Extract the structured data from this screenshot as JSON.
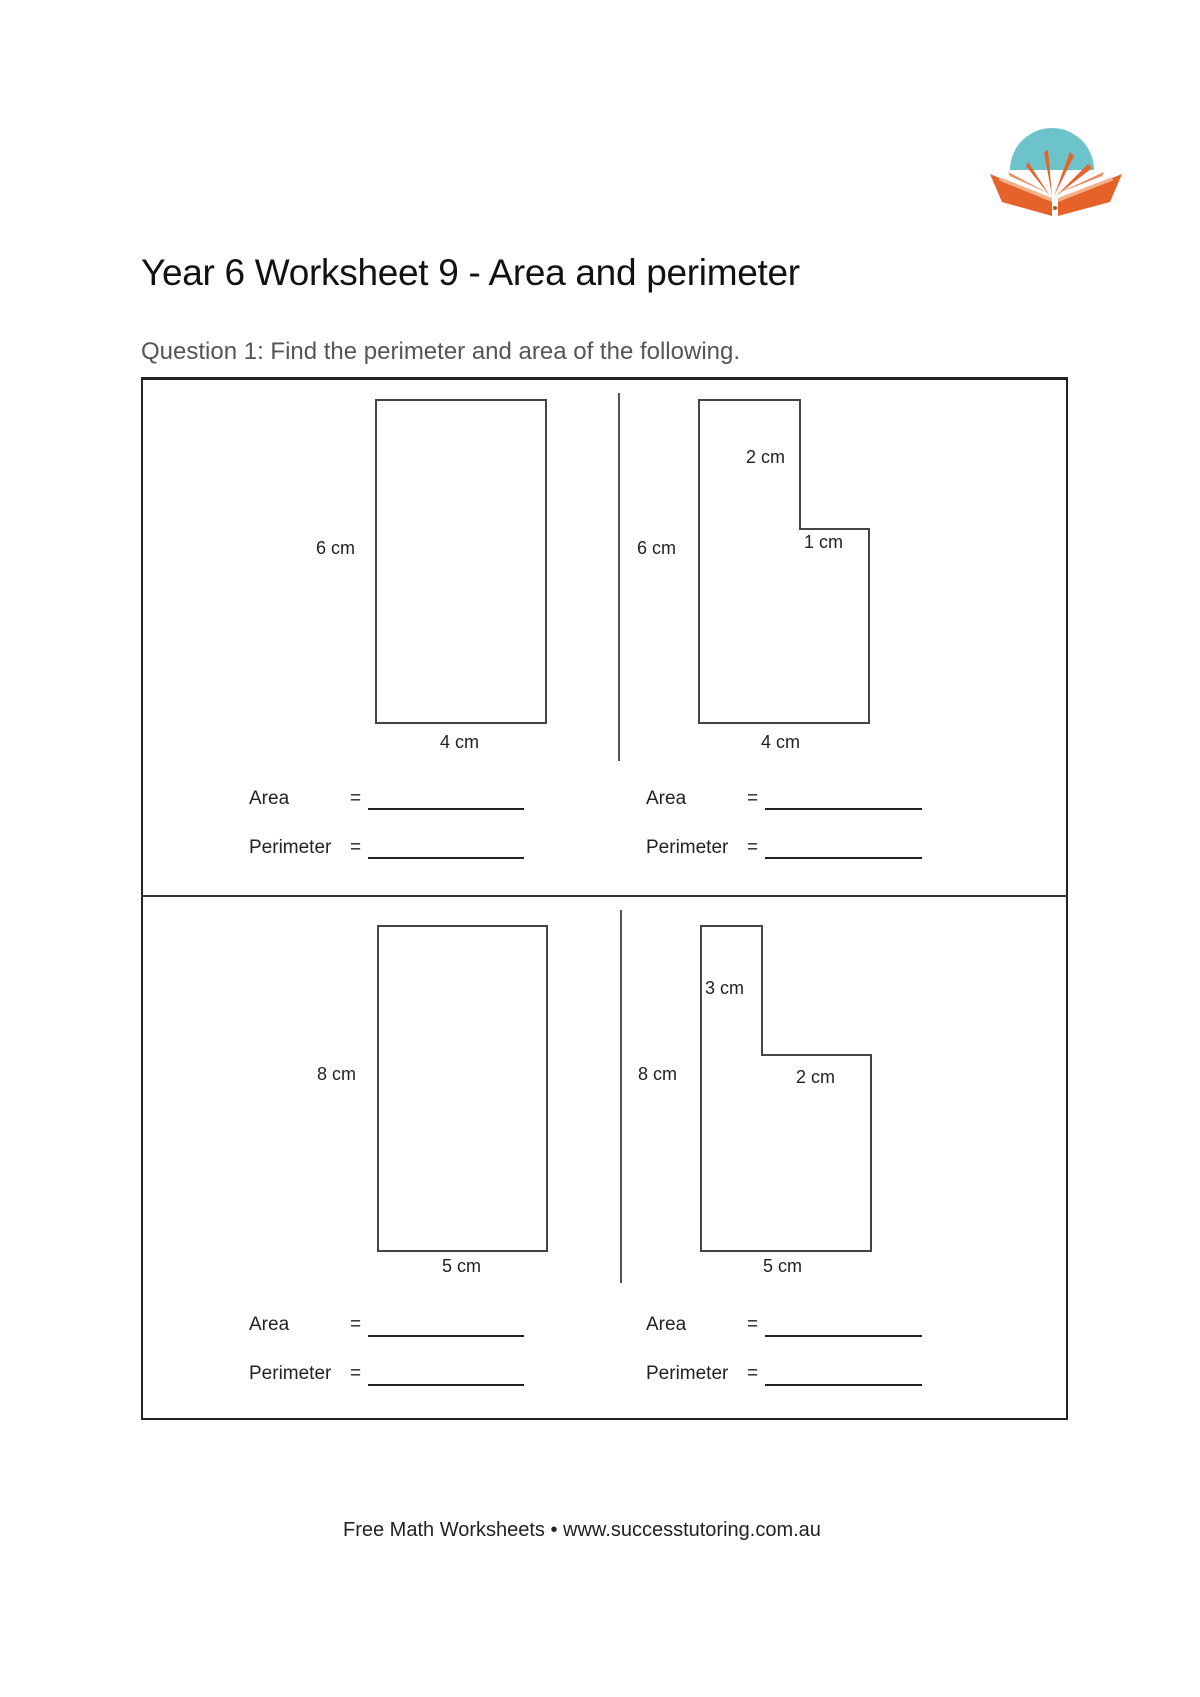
{
  "header": {
    "logo_icon": "open-book-logo-icon",
    "brand_colors": {
      "teal": "#6cc3c9",
      "orange": "#e5622b"
    }
  },
  "title": "Year 6 Worksheet 9 - Area and perimeter",
  "question": "Question 1: Find the perimeter and area of the following.",
  "problems": [
    {
      "shape": "rectangle",
      "labels": {
        "height": "6 cm",
        "base": "4 cm"
      },
      "answers": {
        "area_label": "Area",
        "perimeter_label": "Perimeter",
        "eq": "=",
        "area_value": "",
        "perimeter_value": ""
      }
    },
    {
      "shape": "L-shape",
      "labels": {
        "height": "6 cm",
        "base": "4 cm",
        "notch_height": "2 cm",
        "notch_width": "1 cm"
      },
      "answers": {
        "area_label": "Area",
        "perimeter_label": "Perimeter",
        "eq": "=",
        "area_value": "",
        "perimeter_value": ""
      }
    },
    {
      "shape": "rectangle",
      "labels": {
        "height": "8 cm",
        "base": "5 cm"
      },
      "answers": {
        "area_label": "Area",
        "perimeter_label": "Perimeter",
        "eq": "=",
        "area_value": "",
        "perimeter_value": ""
      }
    },
    {
      "shape": "L-shape",
      "labels": {
        "height": "8 cm",
        "base": "5 cm",
        "notch_height": "3 cm",
        "notch_width": "2 cm"
      },
      "answers": {
        "area_label": "Area",
        "perimeter_label": "Perimeter",
        "eq": "=",
        "area_value": "",
        "perimeter_value": ""
      }
    }
  ],
  "footer": "Free Math Worksheets • www.successtutoring.com.au"
}
